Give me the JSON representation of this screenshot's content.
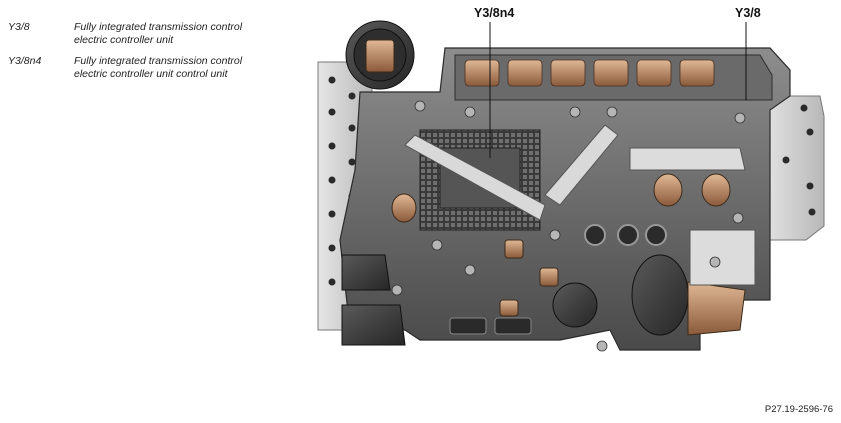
{
  "legend": [
    {
      "code": "Y3/8",
      "desc_line1": "Fully integrated transmission control",
      "desc_line2": "electric controller unit"
    },
    {
      "code": "Y3/8n4",
      "desc_line1": "Fully integrated transmission control",
      "desc_line2": "electric controller unit control unit"
    }
  ],
  "callouts": {
    "left": "Y3/8n4",
    "right": "Y3/8"
  },
  "figure_ref": "P27.19-2596-76"
}
